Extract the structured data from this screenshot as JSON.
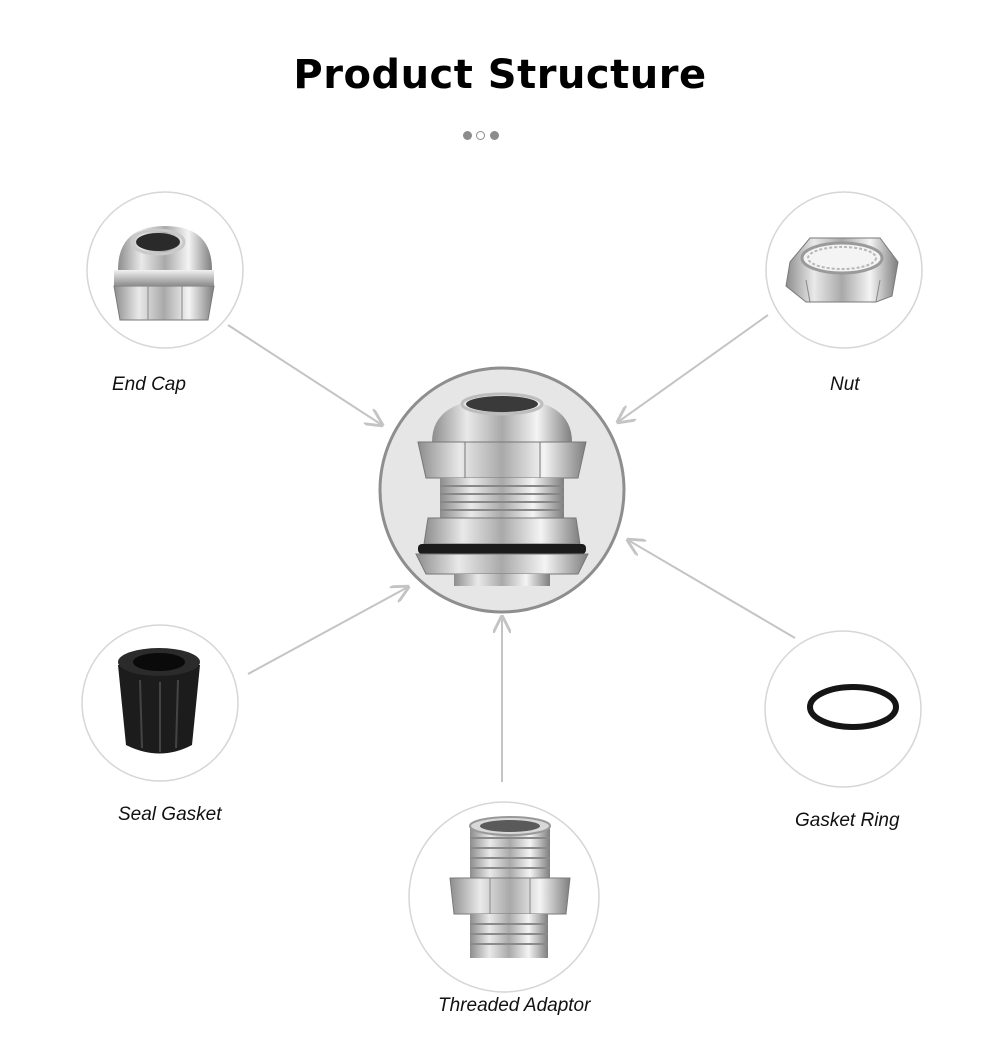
{
  "title": "Product Structure",
  "colors": {
    "dot_filled": "#8c8c8c",
    "dot_hollow": "#8c8c8c",
    "circle_border": "#d6d6d6",
    "center_border": "#8e8e8e",
    "center_fill": "#e6e6e6",
    "arrow": "#c4c4c4"
  },
  "parts": {
    "end_cap": "End Cap",
    "nut": "Nut",
    "seal_gasket": "Seal Gasket",
    "gasket_ring": "Gasket Ring",
    "threaded_adaptor": "Threaded Adaptor"
  },
  "center_part_icon": "cable-gland-icon"
}
